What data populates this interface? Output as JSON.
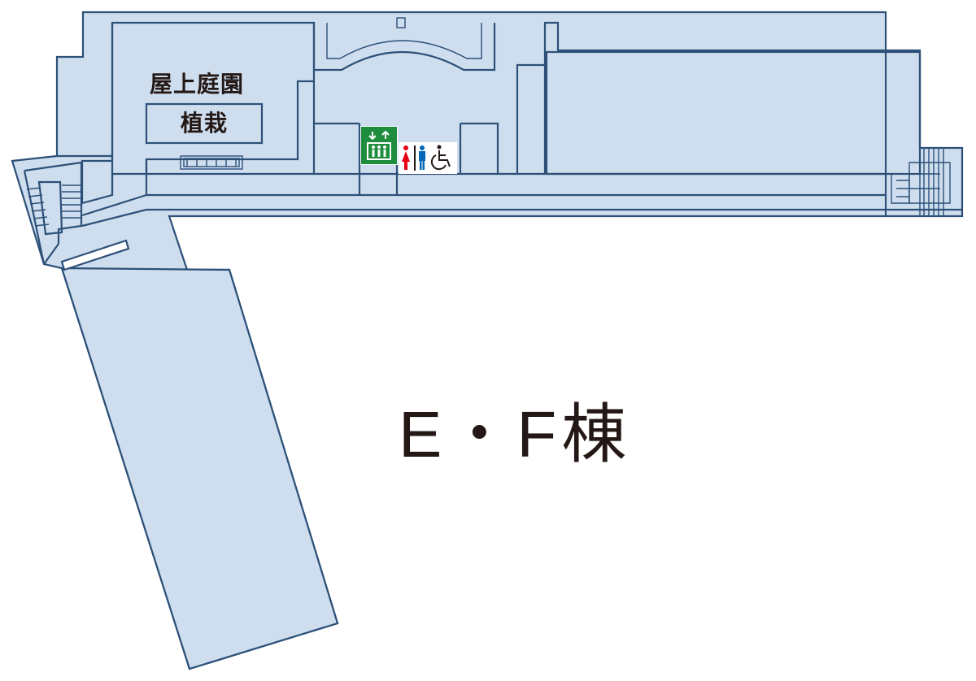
{
  "map": {
    "building_name": "E・F棟",
    "rooftop_garden_label": "屋上庭園",
    "planting_label": "植栽"
  },
  "icons": [
    "elevator-icon",
    "female-restroom-icon",
    "male-restroom-icon",
    "wheelchair-accessible-icon"
  ],
  "colors": {
    "floor_fill": "#cfdeee",
    "wall_stroke": "#2c5078",
    "elevator_green": "#1e8e3e",
    "female_red": "#e60012",
    "male_blue": "#0068b7",
    "text": "#231815"
  }
}
